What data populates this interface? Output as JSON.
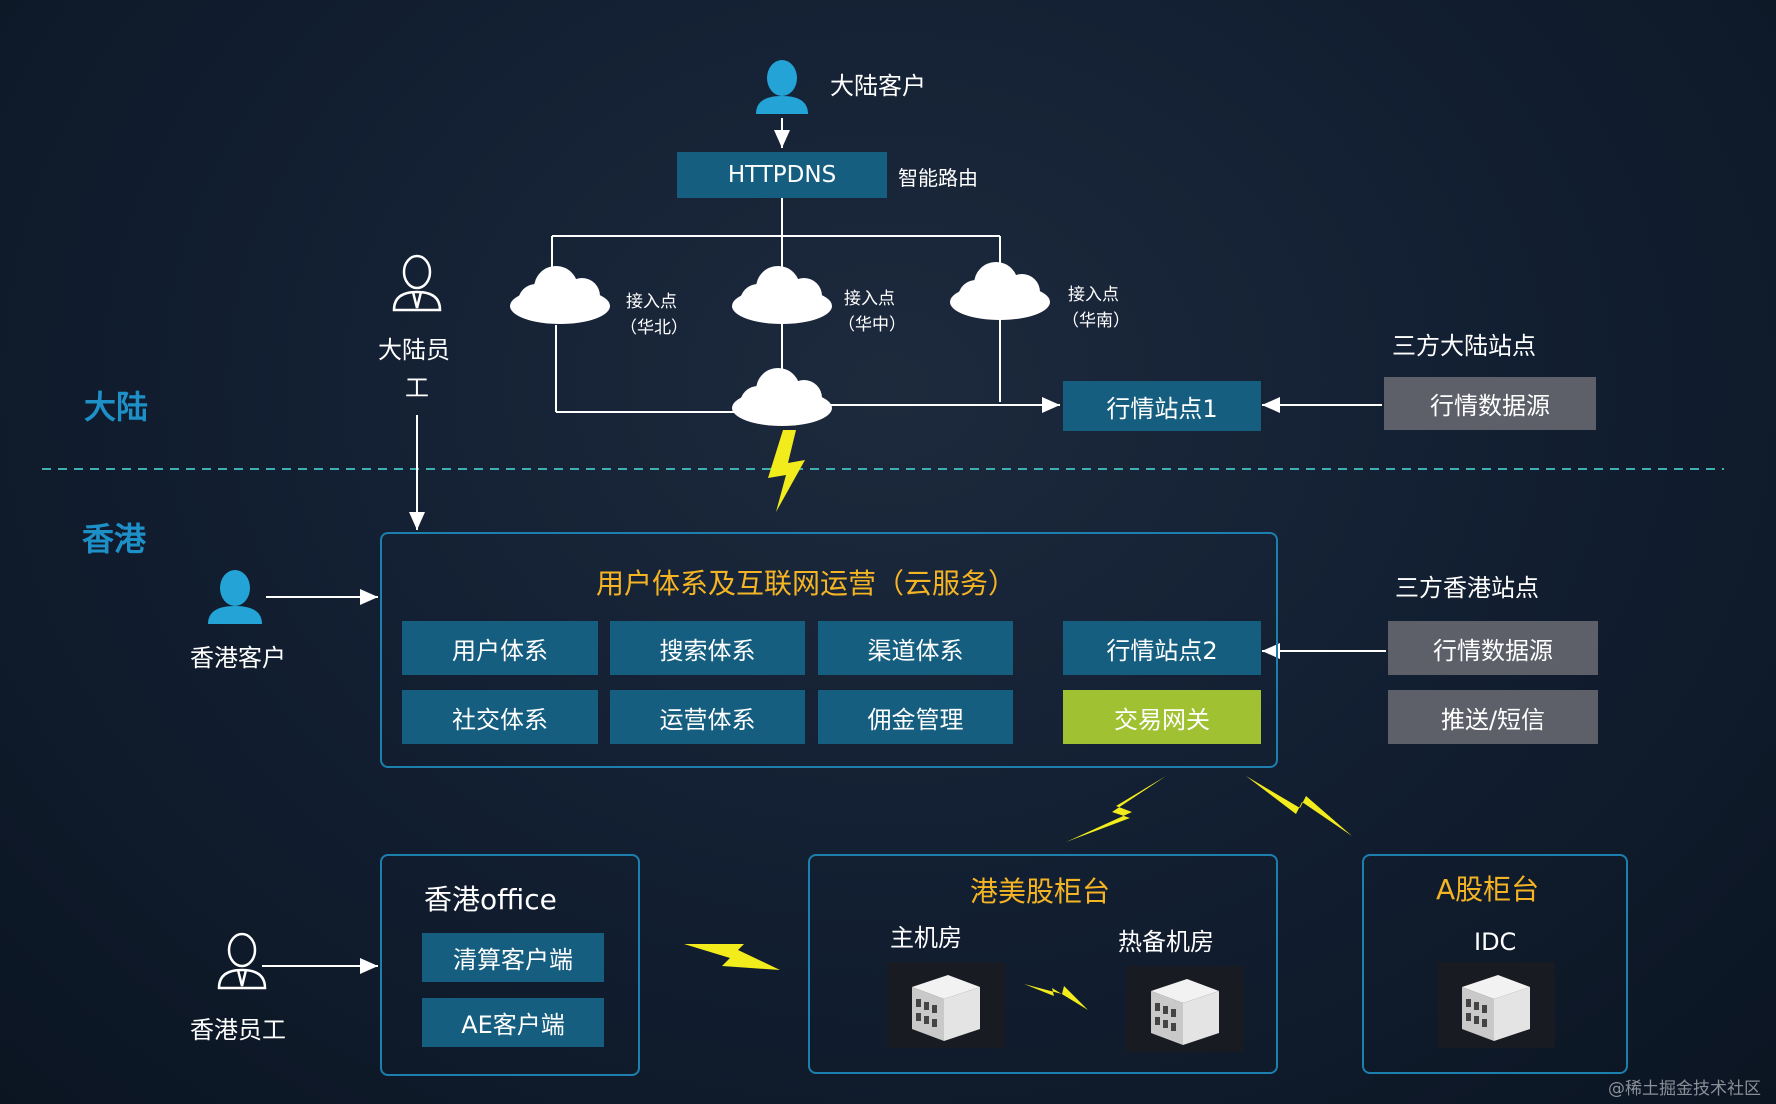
{
  "regions": {
    "mainland": "大陆",
    "hongkong": "香港"
  },
  "mainland_customer": "大陆客户",
  "httpdns": {
    "label": "HTTPDNS",
    "note": "智能路由"
  },
  "access_points": [
    {
      "line1": "接入点",
      "line2": "（华北）"
    },
    {
      "line1": "接入点",
      "line2": "（华中）"
    },
    {
      "line1": "接入点",
      "line2": "（华南）"
    }
  ],
  "mainland_employee": {
    "line1": "大陆员",
    "line2": "工"
  },
  "market_site_1": "行情站点1",
  "third_party_mainland": {
    "title": "三方大陆站点",
    "source": "行情数据源"
  },
  "cloud_services": {
    "title": "用户体系及互联网运营（云服务）",
    "items": [
      "用户体系",
      "搜索体系",
      "渠道体系",
      "社交体系",
      "运营体系",
      "佣金管理"
    ],
    "market_site_2": "行情站点2",
    "trade_gateway": "交易网关"
  },
  "hk_customer": "香港客户",
  "third_party_hk": {
    "title": "三方香港站点",
    "source": "行情数据源",
    "push": "推送/短信"
  },
  "hk_office": {
    "title": "香港office",
    "items": [
      "清算客户端",
      "AE客户端"
    ]
  },
  "hk_employee": "香港员工",
  "hk_us_counter": {
    "title": "港美股柜台",
    "main_room": "主机房",
    "backup_room": "热备机房"
  },
  "a_share_counter": {
    "title": "A股柜台",
    "idc": "IDC"
  },
  "watermark": "@稀土掘金技术社区",
  "colors": {
    "accent_blue": "#155e80",
    "gray_box": "#5d6069",
    "green_box": "#a0c132",
    "orange_title": "#f5b423",
    "region_blue": "#1e90c8",
    "lightning": "#f3ec1c"
  }
}
